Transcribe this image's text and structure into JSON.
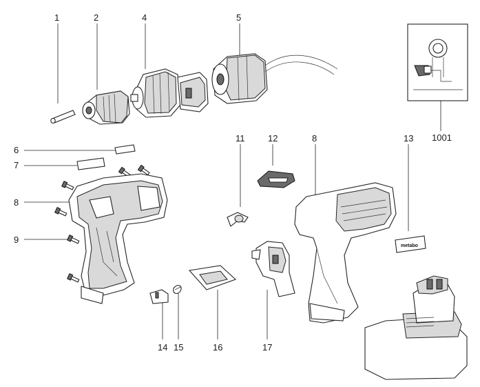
{
  "callouts": {
    "c1": "1",
    "c2": "2",
    "c4": "4",
    "c5": "5",
    "c6": "6",
    "c7": "7",
    "c8a": "8",
    "c9": "9",
    "c11": "11",
    "c12": "12",
    "c8b": "8",
    "c13": "13",
    "c1001": "1001",
    "c14": "14",
    "c15": "15",
    "c16": "16",
    "c17": "17"
  },
  "labels": {
    "brand_sticker": "metabo"
  },
  "icons": {
    "motor_symbol": "motor-wiring-symbol-icon"
  }
}
